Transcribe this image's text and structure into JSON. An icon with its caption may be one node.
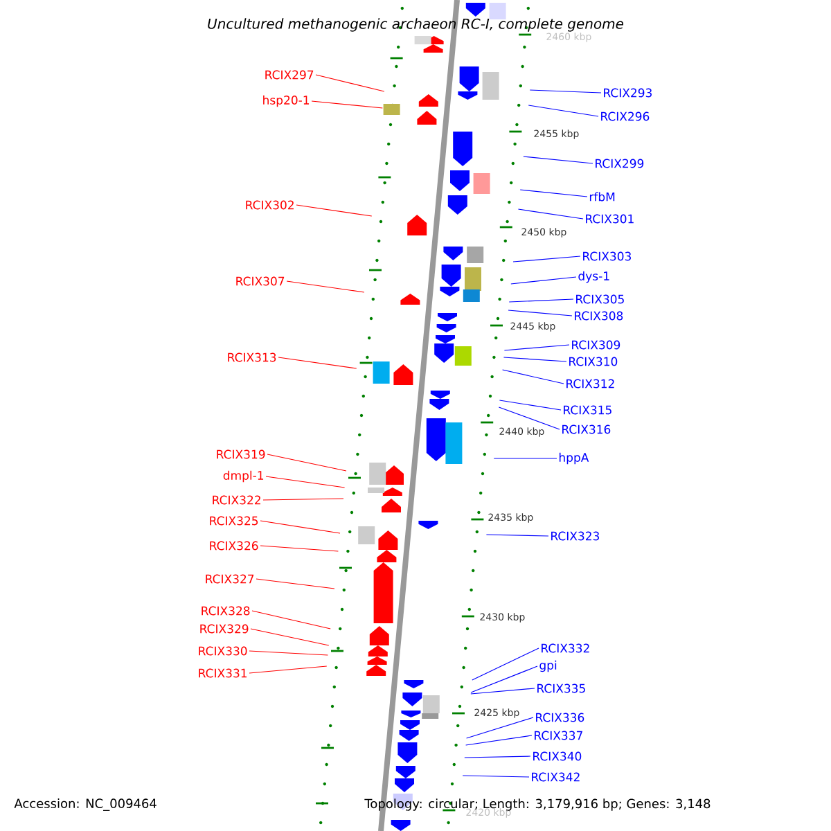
{
  "diagram": {
    "title": "Uncultured methanogenic archaeon RC-I, complete genome",
    "nodes": [
      {
        "text": [
          "RCIX297"
        ]
      },
      {
        "text": [
          "hsp20-1"
        ]
      },
      {
        "text": [
          "RCIX302"
        ]
      },
      {
        "text": [
          "RCIX307"
        ]
      },
      {
        "text": [
          "RCIX313"
        ]
      },
      {
        "text": [
          "RCIX319"
        ]
      },
      {
        "text": [
          "dmpl-1"
        ]
      },
      {
        "text": [
          "RCIX322"
        ]
      },
      {
        "text": [
          "RCIX325"
        ]
      },
      {
        "text": [
          "RCIX326"
        ]
      },
      {
        "text": [
          "RCIX327"
        ]
      },
      {
        "text": [
          "RCIX328"
        ]
      },
      {
        "text": [
          "RCIX329"
        ]
      },
      {
        "text": [
          "RCIX330"
        ]
      },
      {
        "text": [
          "RCIX331"
        ]
      },
      {
        "text": [
          "RCIX293"
        ]
      },
      {
        "text": [
          "RCIX296"
        ]
      },
      {
        "text": [
          "RCIX299"
        ]
      },
      {
        "text": [
          "rfbM"
        ]
      },
      {
        "text": [
          "RCIX301"
        ]
      },
      {
        "text": [
          "RCIX303"
        ]
      },
      {
        "text": [
          "dys-1"
        ]
      },
      {
        "text": [
          "RCIX305"
        ]
      },
      {
        "text": [
          "RCIX308"
        ]
      },
      {
        "text": [
          "RCIX309"
        ]
      },
      {
        "text": [
          "RCIX310"
        ]
      },
      {
        "text": [
          "RCIX312"
        ]
      },
      {
        "text": [
          "RCIX315"
        ]
      },
      {
        "text": [
          "RCIX316"
        ]
      },
      {
        "text": [
          "hppA"
        ]
      },
      {
        "text": [
          "RCIX323"
        ]
      },
      {
        "text": [
          "RCIX332"
        ]
      },
      {
        "text": [
          "gpi"
        ]
      },
      {
        "text": [
          "RCIX335"
        ]
      },
      {
        "text": [
          "RCIX336"
        ]
      },
      {
        "text": [
          "RCIX337"
        ]
      },
      {
        "text": [
          "RCIX340"
        ]
      },
      {
        "text": [
          "RCIX342"
        ]
      }
    ],
    "edges": [
      {
        "from": 0,
        "to": null,
        "arrow": "none",
        "color": "#ff0000"
      },
      {
        "from": 1,
        "to": null,
        "arrow": "none",
        "color": "#ff0000"
      },
      {
        "from": 2,
        "to": null,
        "arrow": "none",
        "color": "#ff0000"
      },
      {
        "from": 3,
        "to": null,
        "arrow": "none",
        "color": "#ff0000"
      },
      {
        "from": 4,
        "to": null,
        "arrow": "none",
        "color": "#ff0000"
      },
      {
        "from": 5,
        "to": null,
        "arrow": "none",
        "color": "#ff0000"
      },
      {
        "from": 6,
        "to": null,
        "arrow": "none",
        "color": "#ff0000"
      },
      {
        "from": 7,
        "to": null,
        "arrow": "none",
        "color": "#ff0000"
      },
      {
        "from": 8,
        "to": null,
        "arrow": "none",
        "color": "#ff0000"
      },
      {
        "from": 9,
        "to": null,
        "arrow": "none",
        "color": "#ff0000"
      },
      {
        "from": 10,
        "to": null,
        "arrow": "none",
        "color": "#ff0000"
      },
      {
        "from": 11,
        "to": null,
        "arrow": "none",
        "color": "#ff0000"
      },
      {
        "from": 12,
        "to": null,
        "arrow": "none",
        "color": "#ff0000"
      },
      {
        "from": 13,
        "to": null,
        "arrow": "none",
        "color": "#ff0000"
      },
      {
        "from": 14,
        "to": null,
        "arrow": "none",
        "color": "#ff0000"
      },
      {
        "from": 15,
        "to": null,
        "arrow": "none",
        "color": "#0000ff"
      },
      {
        "from": 16,
        "to": null,
        "arrow": "none",
        "color": "#0000ff"
      },
      {
        "from": 17,
        "to": null,
        "arrow": "none",
        "color": "#0000ff"
      },
      {
        "from": 18,
        "to": null,
        "arrow": "none",
        "color": "#0000ff"
      },
      {
        "from": 19,
        "to": null,
        "arrow": "none",
        "color": "#0000ff"
      },
      {
        "from": 20,
        "to": null,
        "arrow": "none",
        "color": "#0000ff"
      },
      {
        "from": 21,
        "to": null,
        "arrow": "none",
        "color": "#0000ff"
      },
      {
        "from": 22,
        "to": null,
        "arrow": "none",
        "color": "#0000ff"
      },
      {
        "from": 23,
        "to": null,
        "arrow": "none",
        "color": "#0000ff"
      },
      {
        "from": 24,
        "to": null,
        "arrow": "none",
        "color": "#0000ff"
      },
      {
        "from": 25,
        "to": null,
        "arrow": "none",
        "color": "#0000ff"
      },
      {
        "from": 26,
        "to": null,
        "arrow": "none",
        "color": "#0000ff"
      },
      {
        "from": 27,
        "to": null,
        "arrow": "none",
        "color": "#0000ff"
      },
      {
        "from": 28,
        "to": null,
        "arrow": "none",
        "color": "#0000ff"
      },
      {
        "from": 29,
        "to": null,
        "arrow": "none",
        "color": "#0000ff"
      },
      {
        "from": 30,
        "to": null,
        "arrow": "none",
        "color": "#0000ff"
      },
      {
        "from": 31,
        "to": null,
        "arrow": "none",
        "color": "#0000ff"
      },
      {
        "from": 32,
        "to": null,
        "arrow": "none",
        "color": "#0000ff"
      },
      {
        "from": 33,
        "to": null,
        "arrow": "none",
        "color": "#0000ff"
      },
      {
        "from": 34,
        "to": null,
        "arrow": "none",
        "color": "#0000ff"
      },
      {
        "from": 35,
        "to": null,
        "arrow": "none",
        "color": "#0000ff"
      },
      {
        "from": 36,
        "to": null,
        "arrow": "none",
        "color": "#0000ff"
      },
      {
        "from": 37,
        "to": null,
        "arrow": "none",
        "color": "#0000ff"
      }
    ],
    "labels": [
      "2460 kbp",
      "2455 kbp",
      "2450 kbp",
      "2445 kbp",
      "2440 kbp",
      "2435 kbp",
      "2430 kbp",
      "2425 kbp",
      "2420 kbp",
      "Accession: NC_009464",
      "Topology: circular; Length: 3,179,916 bp; Genes: 3,148"
    ]
  }
}
